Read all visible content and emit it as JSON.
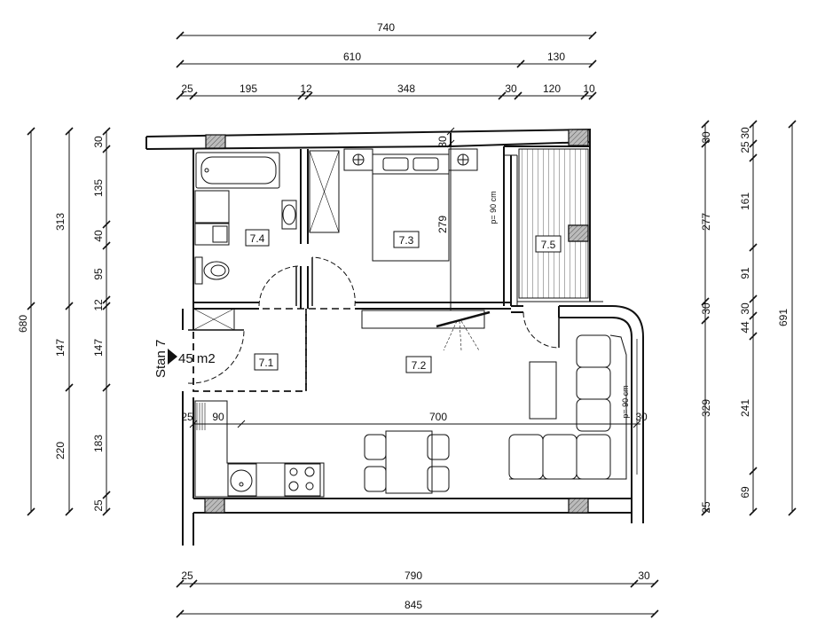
{
  "dims": {
    "top_total": "740",
    "top_a": "610",
    "top_b": "130",
    "top_row": [
      "25",
      "195",
      "12",
      "348",
      "30",
      "120",
      "10"
    ],
    "left_outer": [
      "313",
      "680",
      "147",
      "220"
    ],
    "left_inner": [
      "30",
      "135",
      "40",
      "95",
      "12",
      "147",
      "183",
      "25"
    ],
    "right_outer": [
      "277",
      "691",
      "329"
    ],
    "right_inner": [
      "30",
      "25",
      "30",
      "161",
      "91",
      "30",
      "44",
      "30",
      "241",
      "69",
      "25"
    ],
    "bottom_a": [
      "25",
      "790",
      "30"
    ],
    "bottom_total": "845",
    "interior": {
      "bath_top": "30",
      "bedroom_height": "279",
      "kitchen_left": "25",
      "kitchen_a": "90",
      "kitchen_width": "700",
      "window_right": "30",
      "door_left": "p= 90 cm",
      "door_right": "p= 90 cm"
    }
  },
  "rooms": {
    "r71": "7.1",
    "r72": "7.2",
    "r73": "7.3",
    "r74": "7.4",
    "r75": "7.5"
  },
  "unit": {
    "name": "Stan 7",
    "area": "45 m2"
  }
}
